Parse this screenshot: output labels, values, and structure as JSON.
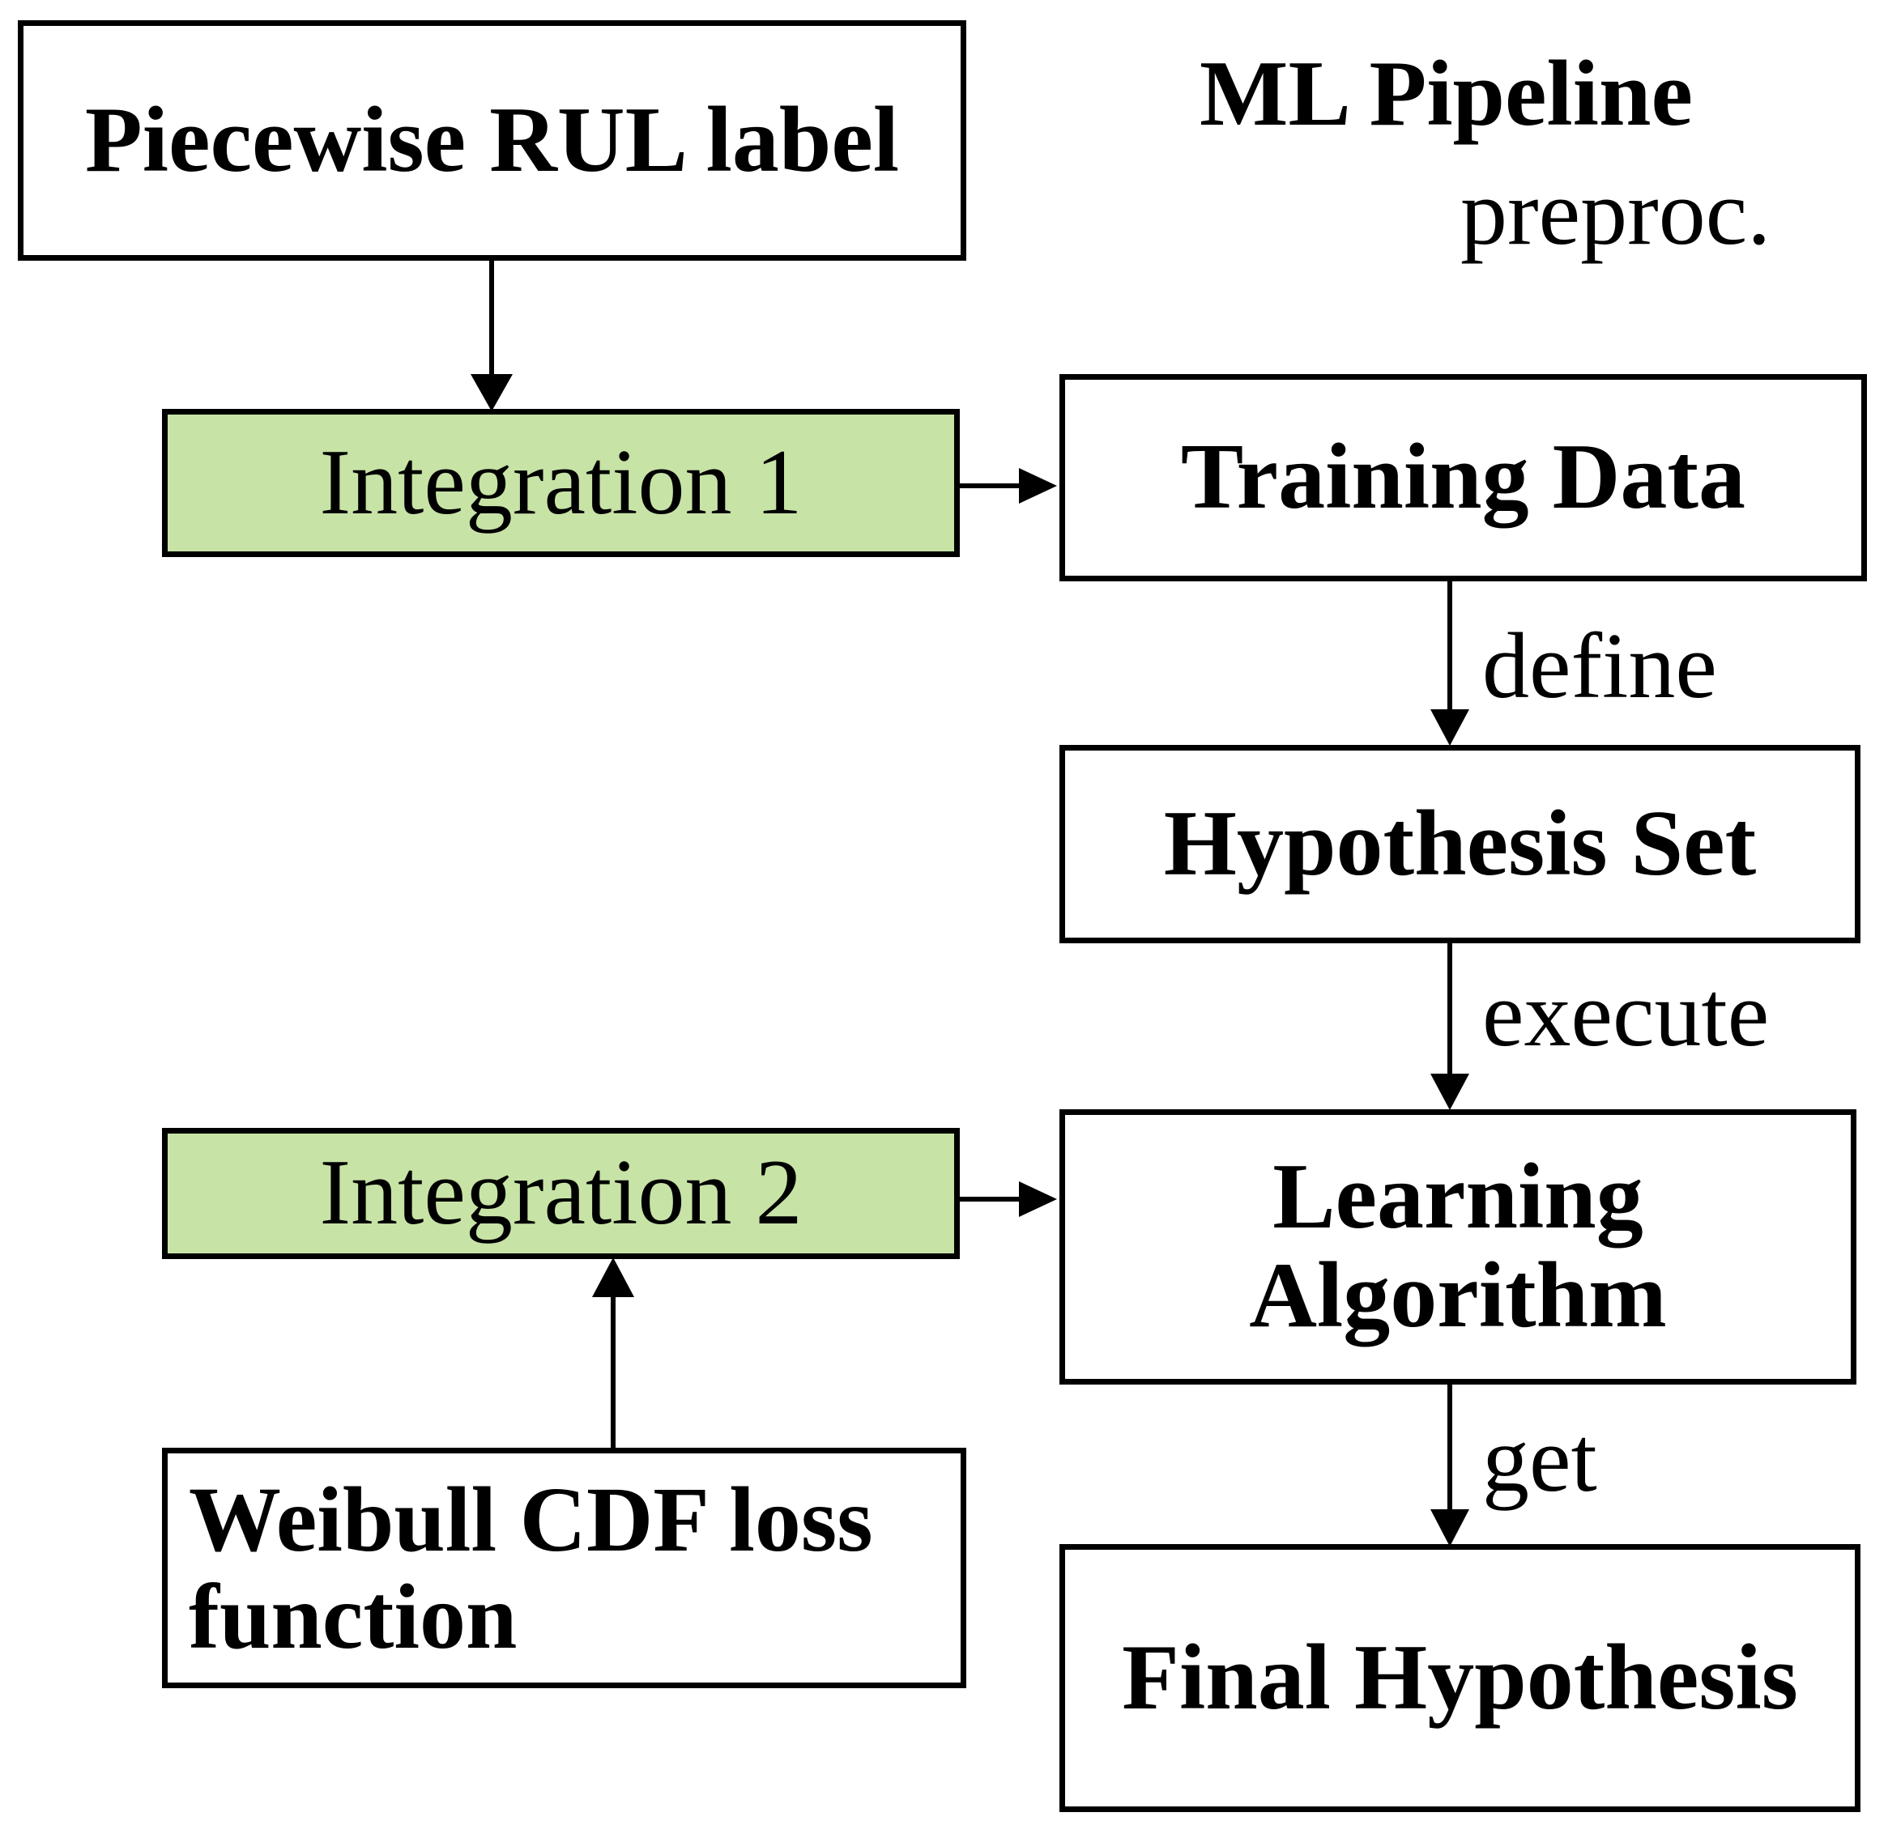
{
  "diagram": {
    "title_label": "ML Pipeline",
    "accent_color": "#c7e3a6",
    "line_color": "#000000",
    "background": "#ffffff",
    "nodes": [
      {
        "id": "piecewise",
        "label": "Piecewise RUL label",
        "style": "plain",
        "bold": true,
        "align": "center"
      },
      {
        "id": "integ1",
        "label": "Integration 1",
        "style": "highlight",
        "bold": false,
        "align": "center"
      },
      {
        "id": "integ2",
        "label": "Integration 2",
        "style": "highlight",
        "bold": false,
        "align": "center"
      },
      {
        "id": "weibull",
        "label": "Weibull CDF loss function",
        "style": "plain",
        "bold": true,
        "align": "left"
      },
      {
        "id": "training",
        "label": "Training Data",
        "style": "plain",
        "bold": true,
        "align": "center"
      },
      {
        "id": "hypset",
        "label": "Hypothesis Set",
        "style": "plain",
        "bold": true,
        "align": "center"
      },
      {
        "id": "learnalg",
        "label": "Learning Algorithm",
        "style": "plain",
        "bold": true,
        "align": "center"
      },
      {
        "id": "finalhyp",
        "label": "Final Hypothesis",
        "style": "plain",
        "bold": true,
        "align": "center"
      }
    ],
    "edge_labels": {
      "preproc": "preproc.",
      "define": "define",
      "execute": "execute",
      "get": "get"
    },
    "edges": [
      {
        "from": "piecewise",
        "to": "integ1",
        "label": "",
        "direction": "down"
      },
      {
        "from": "integ1",
        "to": "training",
        "label": "preproc.",
        "direction": "right"
      },
      {
        "from": "training",
        "to": "hypset",
        "label": "define",
        "direction": "down"
      },
      {
        "from": "hypset",
        "to": "learnalg",
        "label": "execute",
        "direction": "down"
      },
      {
        "from": "integ2",
        "to": "learnalg",
        "label": "",
        "direction": "right"
      },
      {
        "from": "weibull",
        "to": "integ2",
        "label": "",
        "direction": "up"
      },
      {
        "from": "learnalg",
        "to": "finalhyp",
        "label": "get",
        "direction": "down"
      }
    ]
  }
}
